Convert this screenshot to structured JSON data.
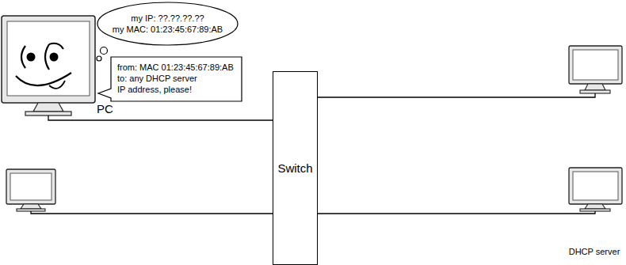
{
  "diagram": {
    "nodes": [
      {
        "text": [
          "PC"
        ]
      },
      {
        "text": [
          "my IP: ??.??.??.??",
          "my MAC: 01:23:45:67:89:AB"
        ]
      },
      {
        "text": [
          "from: MAC 01:23:45:67:89:AB",
          "to: any DHCP server",
          "IP address, please!"
        ]
      },
      {
        "text": [
          "Switch"
        ]
      },
      {
        "text": [
          "DHCP server"
        ]
      }
    ],
    "edges": [
      {
        "from": 0,
        "to": 3,
        "arrow": "none"
      },
      {
        "from": 3,
        "to": 4,
        "arrow": "none"
      }
    ]
  }
}
